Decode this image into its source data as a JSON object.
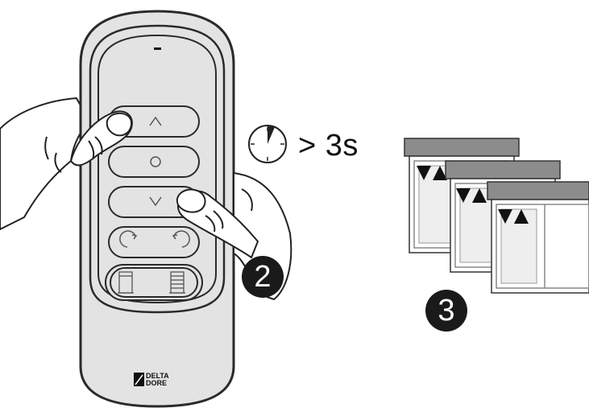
{
  "timer": {
    "label": "> 3s",
    "icon": "clock-icon"
  },
  "steps": [
    {
      "number": "2"
    },
    {
      "number": "3"
    }
  ],
  "remote": {
    "brand_line1": "DELTA",
    "brand_line2": "DORE",
    "buttons": [
      "up-arrow-icon",
      "stop-circle-icon",
      "down-arrow-icon",
      "rotate-left-icon",
      "rotate-right-icon",
      "shutter-open-icon",
      "shutter-closed-icon"
    ]
  },
  "windows": {
    "count": 3,
    "icons": [
      "down-arrow-icon",
      "up-arrow-icon"
    ]
  },
  "colors": {
    "remote_body": "#e3e3e3",
    "remote_outline": "#2a2a2a",
    "badge": "#1a1a1a",
    "window_frame": "#8c8c8c"
  }
}
